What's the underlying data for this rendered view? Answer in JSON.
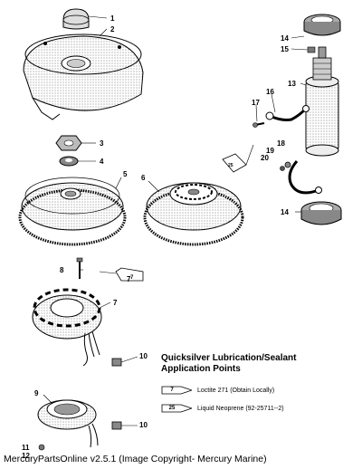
{
  "callouts": {
    "c1": "1",
    "c2": "2",
    "c3": "3",
    "c4": "4",
    "c5": "5",
    "c6": "6",
    "c7a": "7",
    "c7b": "7",
    "c8": "8",
    "c9": "9",
    "c10a": "10",
    "c10b": "10",
    "c11": "11",
    "c12": "12",
    "c13": "13",
    "c14a": "14",
    "c14b": "14",
    "c15": "15",
    "c16": "16",
    "c17": "17",
    "c18": "18",
    "c19": "19",
    "c20": "20"
  },
  "tube_codes": {
    "diagram_7": "7",
    "diagram_25": "25"
  },
  "legend": {
    "title": "Quicksilver Lubrication/Sealant Application Points",
    "items": [
      {
        "code": "7",
        "text": "Loctite 271 (Obtain Locally)"
      },
      {
        "code": "25",
        "text": "Liquid Neoprene (92-25711--2)"
      }
    ]
  },
  "footer": "MercuryPartsOnline v2.5.1 (Image Copyright- Mercury Marine)"
}
